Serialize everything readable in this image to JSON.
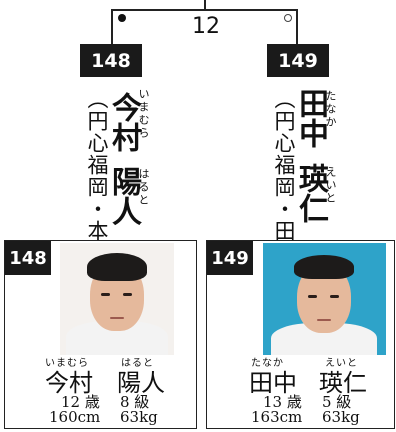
{
  "match": {
    "number": "12"
  },
  "left": {
    "number": "148",
    "surname": "今村",
    "surname_ruby": "いまむら",
    "given": "陽人",
    "given_ruby": "はると",
    "club": "（円心福岡・本部）",
    "age": "12 歳",
    "grade": "8 級",
    "height": "160cm",
    "weight": "63kg"
  },
  "right": {
    "number": "149",
    "surname": "田中",
    "surname_ruby": "たなか",
    "given": "瑛仁",
    "given_ruby": "えいと",
    "club": "（円心福岡・田主丸）",
    "age": "13 歳",
    "grade": "5 級",
    "height": "163cm",
    "weight": "63kg"
  },
  "colors": {
    "badge": "#1a1a1a",
    "right_photo_bg": "#2ea3c9"
  }
}
